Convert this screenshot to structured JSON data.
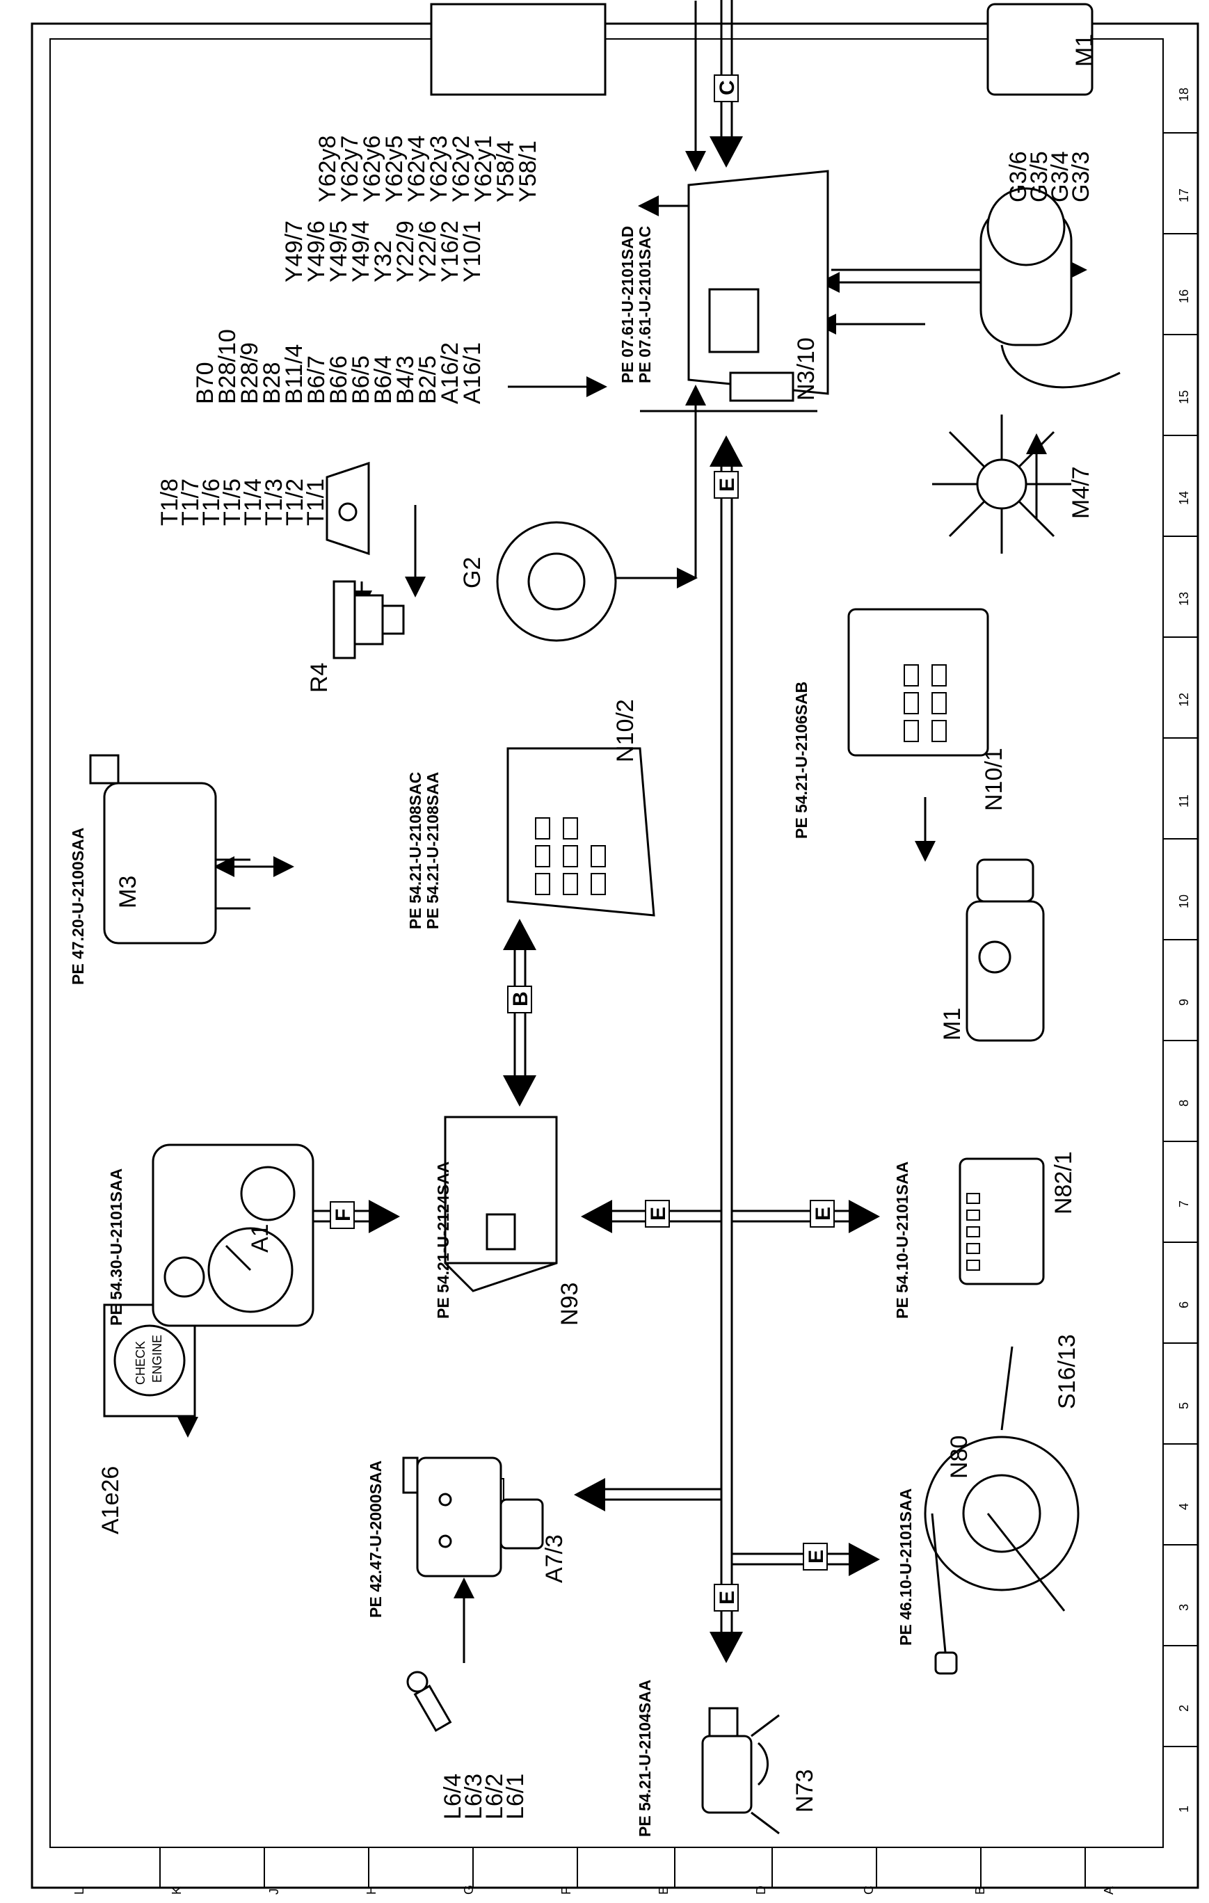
{
  "grid": {
    "columns": [
      "A",
      "B",
      "C",
      "D",
      "E",
      "F",
      "G",
      "H",
      "J",
      "K",
      "L"
    ],
    "rows": [
      "1",
      "2",
      "3",
      "4",
      "5",
      "6",
      "7",
      "8",
      "9",
      "10",
      "11",
      "12",
      "13",
      "14",
      "15",
      "16",
      "17",
      "18"
    ]
  },
  "components": {
    "N73": {
      "label": "N73",
      "ref": "PE 54.21-U-2104SAA"
    },
    "L6": {
      "lines": [
        "L6/1",
        "L6/2",
        "L6/3",
        "L6/4"
      ]
    },
    "A7_3": {
      "label": "A7/3",
      "ref": "PE 42.47-U-2000SAA"
    },
    "N80": {
      "label": "N80",
      "ref": "PE 46.10-U-2101SAA"
    },
    "S16_13": {
      "label": "S16/13"
    },
    "A1e26": {
      "label": "A1e26",
      "icon_text": [
        "CHECK",
        "ENGINE"
      ]
    },
    "A1": {
      "label": "A1",
      "ref": "PE 54.30-U-2101SAA"
    },
    "N93": {
      "label": "N93",
      "ref": "PE 54.21-U-2124SAA"
    },
    "N82_1": {
      "label": "N82/1",
      "ref": "PE 54.10-U-2101SAA"
    },
    "M1": {
      "label": "M1"
    },
    "M3": {
      "label": "M3",
      "ref": "PE 47.20-U-2100SAA"
    },
    "N10_2": {
      "label": "N10/2",
      "refs": [
        "PE 54.21-U-2108SAA",
        "PE 54.21-U-2108SAC"
      ]
    },
    "N10_1": {
      "label": "N10/1",
      "ref": "PE 54.21-U-2106SAB"
    },
    "R4": {
      "label": "R4"
    },
    "G2": {
      "label": "G2"
    },
    "T1": {
      "lines": [
        "T1/1",
        "T1/2",
        "T1/3",
        "T1/4",
        "T1/5",
        "T1/6",
        "T1/7",
        "T1/8"
      ]
    },
    "M4_7": {
      "label": "M4/7"
    },
    "N3_10": {
      "label": "N3/10",
      "refs": [
        "PE 07.61-U-2101SAC",
        "PE 07.61-U-2101SAD"
      ]
    },
    "G3": {
      "lines": [
        "G3/3",
        "G3/4",
        "G3/5",
        "G3/6"
      ]
    },
    "sensors_A": {
      "lines": [
        "A16/1",
        "A16/2",
        "B2/5",
        "B4/3",
        "B6/4",
        "B6/5",
        "B6/6",
        "B6/7",
        "B11/4",
        "B28",
        "B28/9",
        "B28/10",
        "B70"
      ]
    },
    "actuators_Y_col1": {
      "lines": [
        "Y10/1",
        "Y16/2",
        "Y22/6",
        "Y22/9",
        "Y32",
        "Y49/4",
        "Y49/5",
        "Y49/6",
        "Y49/7"
      ]
    },
    "actuators_Y_col2": {
      "lines": [
        "Y58/1",
        "Y58/4",
        "Y62y1",
        "Y62y2",
        "Y62y3",
        "Y62y4",
        "Y62y5",
        "Y62y6",
        "Y62y7",
        "Y62y8"
      ]
    },
    "M16": {
      "label": "M1"
    }
  },
  "bus": {
    "E": "E",
    "F": "F",
    "B": "B",
    "C": "C"
  }
}
